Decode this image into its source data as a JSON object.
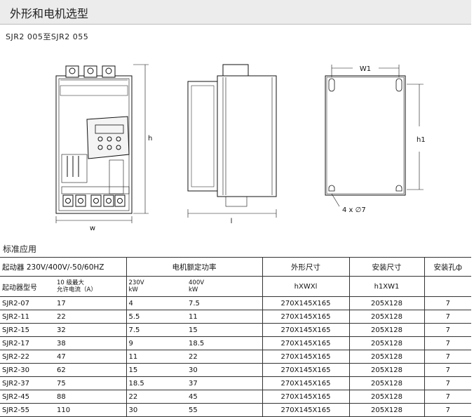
{
  "header": {
    "title": "外形和电机选型"
  },
  "subtitle": "SJR2 005至SJR2 055",
  "drawing": {
    "front_w_label": "w",
    "front_h_label": "h",
    "side_l_label": "l",
    "back_w1_label": "W1",
    "back_h1_label": "h1",
    "hole_label": "4 x ∅7"
  },
  "section_title": "标准应用",
  "table": {
    "header1": {
      "starter": "起动器 230V/400V/-50/60HZ",
      "motor_power": "电机额定功率",
      "dimensions": "外形尺寸",
      "mounting": "安装尺寸",
      "hole": "安装孔ф"
    },
    "header2": {
      "model": "起动器型号",
      "current_line1": "10 级最大",
      "current_line2": "允许电流（A）",
      "v230_line1": "230V",
      "v230_line2": "kW",
      "v400_line1": "400V",
      "v400_line2": "kW",
      "dim_format": "hXWXl",
      "mount_format": "h1XW1"
    },
    "rows": [
      {
        "model": "SJR2-07",
        "current": "17",
        "p230": "4",
        "p400": "7.5",
        "dims": "270X145X165",
        "mount": "205X128",
        "hole": "7"
      },
      {
        "model": "SJR2-11",
        "current": "22",
        "p230": "5.5",
        "p400": "11",
        "dims": "270X145X165",
        "mount": "205X128",
        "hole": "7"
      },
      {
        "model": "SJR2-15",
        "current": "32",
        "p230": "7.5",
        "p400": "15",
        "dims": "270X145X165",
        "mount": "205X128",
        "hole": "7"
      },
      {
        "model": "SJR2-17",
        "current": "38",
        "p230": "9",
        "p400": "18.5",
        "dims": "270X145X165",
        "mount": "205X128",
        "hole": "7"
      },
      {
        "model": "SJR2-22",
        "current": "47",
        "p230": "11",
        "p400": "22",
        "dims": "270X145X165",
        "mount": "205X128",
        "hole": "7"
      },
      {
        "model": "SJR2-30",
        "current": "62",
        "p230": "15",
        "p400": "30",
        "dims": "270X145X165",
        "mount": "205X128",
        "hole": "7"
      },
      {
        "model": "SJR2-37",
        "current": "75",
        "p230": "18.5",
        "p400": "37",
        "dims": "270X145X165",
        "mount": "205X128",
        "hole": "7"
      },
      {
        "model": "SJR2-45",
        "current": "88",
        "p230": "22",
        "p400": "45",
        "dims": "270X145X165",
        "mount": "205X128",
        "hole": "7"
      },
      {
        "model": "SJR2-55",
        "current": "110",
        "p230": "30",
        "p400": "55",
        "dims": "270X145X165",
        "mount": "205X128",
        "hole": "7"
      }
    ]
  }
}
